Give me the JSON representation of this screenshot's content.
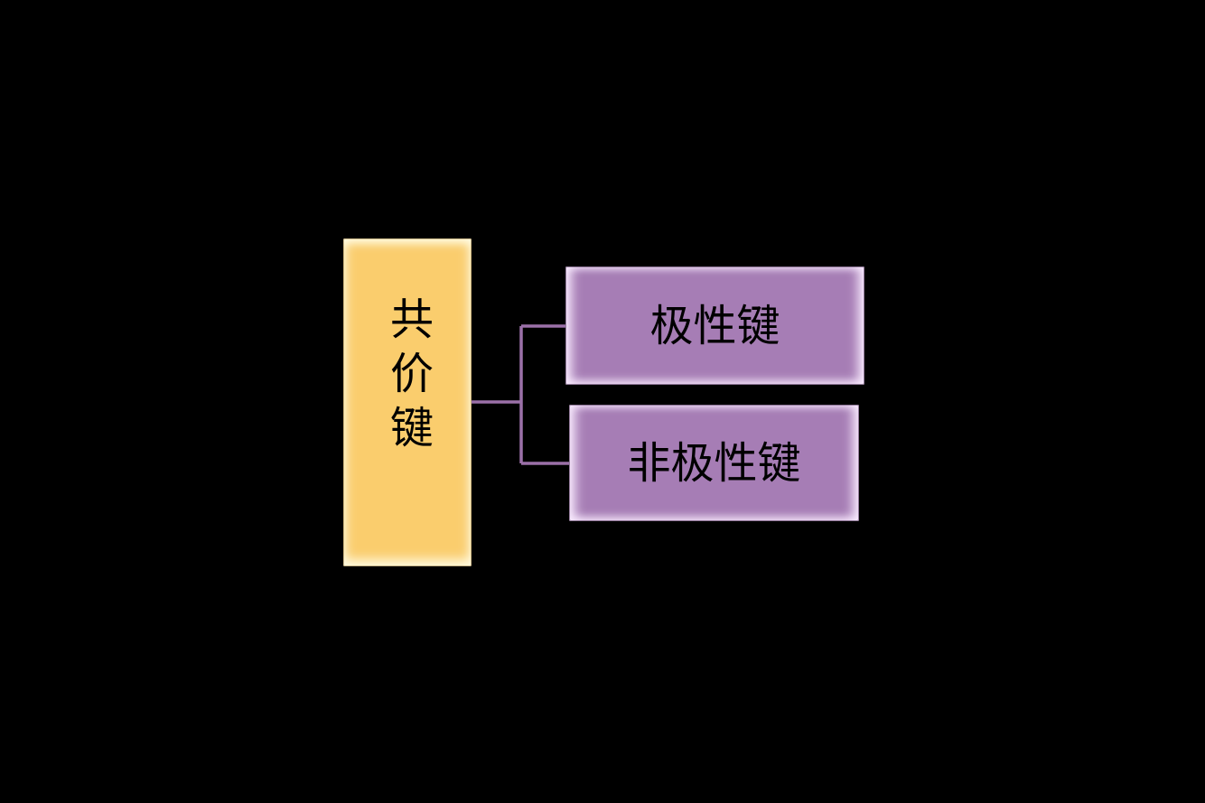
{
  "diagram": {
    "type": "hierarchy",
    "background_color": "#000000",
    "connector_color": "#9B70A8",
    "root": {
      "label": "共价键",
      "fill": "#FACD6D",
      "text_color": "#000000"
    },
    "children": [
      {
        "label": "极性键",
        "fill": "#A67DB5",
        "text_color": "#000000"
      },
      {
        "label": "非极性键",
        "fill": "#A67DB5",
        "text_color": "#000000"
      }
    ]
  }
}
